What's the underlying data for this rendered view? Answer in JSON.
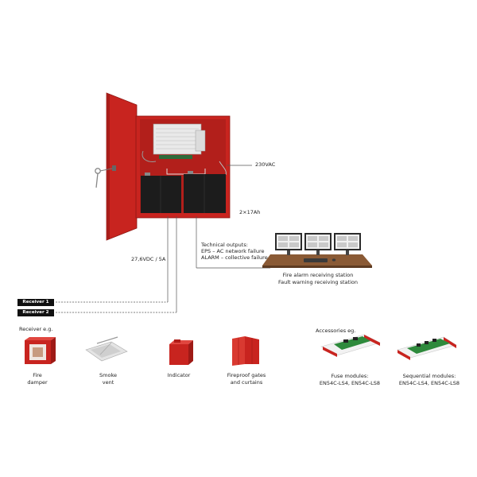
{
  "labels": {
    "ac_input": "230VAC",
    "battery": "2×17Ah",
    "output_voltage": "27,6VDC / 5A",
    "tech_outputs": [
      "Technical outputs:",
      "EPS – AC network failure",
      "ALARM – collective failure"
    ],
    "station": [
      "Fire alarm receiving station",
      "Fault warning receiving station"
    ]
  },
  "receivers": [
    "Receiver 1",
    "Receiver 2"
  ],
  "receiver_section": {
    "title": "Receiver e.g.",
    "items": [
      {
        "icon": "fire-damper-icon",
        "label": [
          "Fire",
          "damper"
        ]
      },
      {
        "icon": "smoke-vent-icon",
        "label": [
          "Smoke",
          "vent"
        ]
      },
      {
        "icon": "indicator-icon",
        "label": [
          "Indicator"
        ]
      },
      {
        "icon": "fireproof-gate-icon",
        "label": [
          "Fireproof gates",
          "and curtains"
        ]
      }
    ]
  },
  "accessories_section": {
    "title": "Accessories eg.",
    "items": [
      {
        "icon": "fuse-module-icon",
        "label": [
          "Fuse modules:",
          "EN54C-LS4, EN54C-LS8"
        ]
      },
      {
        "icon": "sequential-module-icon",
        "label": [
          "Sequential modules:",
          "EN54C-LS4, EN54C-LS8"
        ]
      }
    ]
  },
  "colors": {
    "enclosure_red": "#c8241f",
    "enclosure_dark": "#9e1a16",
    "battery": "#1c1c1c",
    "desk_wood": "#8a5a35",
    "line": "#555555"
  }
}
